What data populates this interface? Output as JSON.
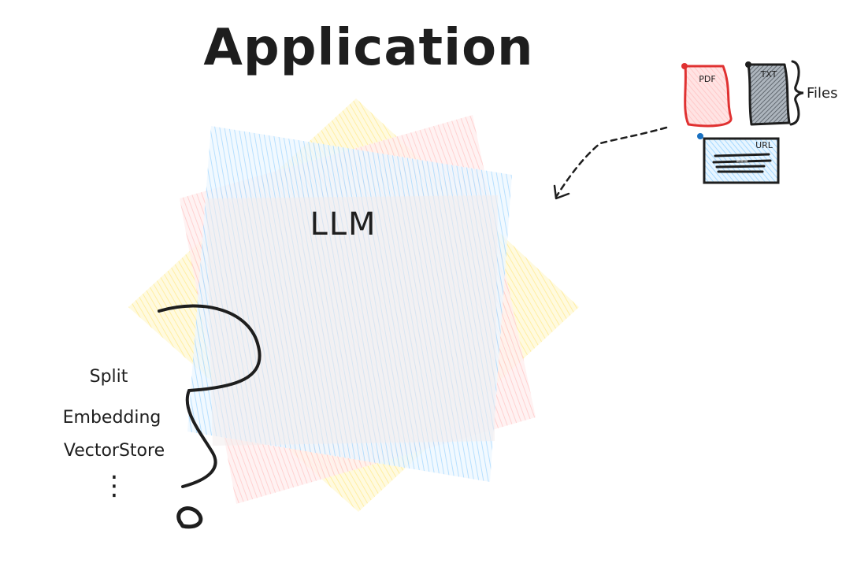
{
  "title": "Application",
  "core": {
    "label": "LLM"
  },
  "steps": [
    "Split",
    "Embedding",
    "VectorStore"
  ],
  "ellipsis": "⋮",
  "sources": {
    "pdf": "PDF",
    "txt": "TXT",
    "url": "URL",
    "url_inner": "www",
    "group_label": "Files"
  },
  "colors": {
    "yellow": "#ffec99",
    "red": "#ffc9c9",
    "blue": "#a5d8ff",
    "pdf_stroke": "#e03131",
    "pdf_fill": "#ffc9c9",
    "txt_fill": "#868e96",
    "url_fill": "#a5d8ff",
    "ink": "#1e1e1e"
  }
}
